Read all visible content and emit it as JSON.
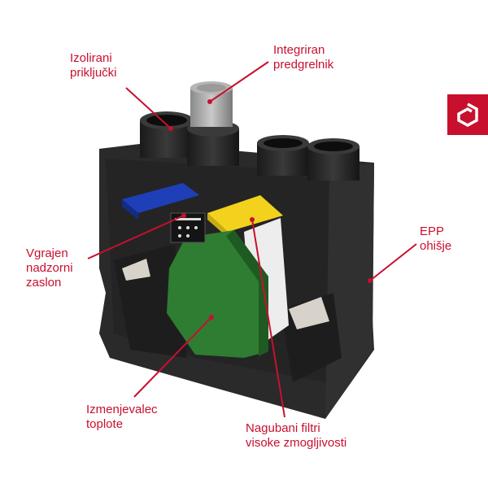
{
  "labels": {
    "insulated_connectors": [
      "Izolirani",
      "priključki"
    ],
    "integrated_preheater": [
      "Integriran",
      "predgrelnik"
    ],
    "built_in_display": [
      "Vgrajen",
      "nadzorni",
      "zaslon"
    ],
    "epp_housing": [
      "EPP",
      "ohišje"
    ],
    "heat_exchanger": [
      "Izmenjevalec",
      "toplote"
    ],
    "pleated_filters": [
      "Nagubani filtri",
      "visoke zmogljivosti"
    ]
  },
  "colors": {
    "accent": "#c8102e",
    "housing": "#2b2b2b",
    "heat_exchanger": "#2e7d32",
    "filter_blue": "#1e3fb8",
    "filter_yellow": "#f2d21c"
  },
  "icons": [
    "brand-logo-icon"
  ]
}
